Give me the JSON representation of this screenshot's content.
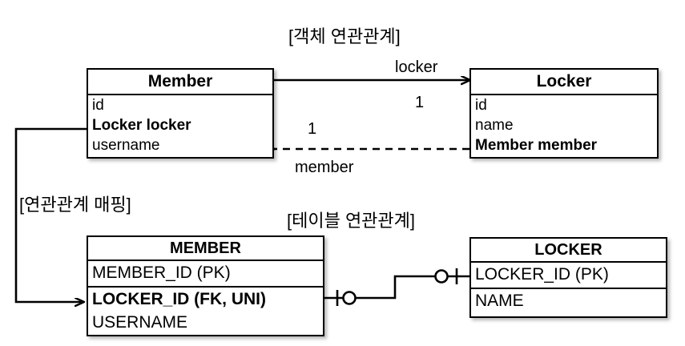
{
  "diagram": {
    "sections": {
      "object_association": "[객체 연관관계]",
      "association_mapping": "[연관관계 매핑]",
      "table_association": "[테이블 연관관계]"
    },
    "object_model": {
      "member": {
        "title": "Member",
        "fields": [
          {
            "name": "id",
            "bold": false
          },
          {
            "name": "Locker locker",
            "bold": true
          },
          {
            "name": "username",
            "bold": false
          }
        ]
      },
      "locker": {
        "title": "Locker",
        "fields": [
          {
            "name": "id",
            "bold": false
          },
          {
            "name": "name",
            "bold": false
          },
          {
            "name": "Member member",
            "bold": true
          }
        ]
      },
      "edges": [
        {
          "label": "locker",
          "multiplicity": "1",
          "style": "solid",
          "direction": "member-to-locker"
        },
        {
          "label": "member",
          "multiplicity": "1",
          "style": "dashed",
          "direction": "locker-to-member"
        }
      ]
    },
    "table_model": {
      "member_table": {
        "title": "MEMBER",
        "columns": [
          {
            "name": "MEMBER_ID (PK)",
            "bold": false
          },
          {
            "name": "LOCKER_ID (FK, UNI)",
            "bold": true
          },
          {
            "name": "USERNAME",
            "bold": false
          }
        ]
      },
      "locker_table": {
        "title": "LOCKER",
        "columns": [
          {
            "name": "LOCKER_ID (PK)",
            "bold": false
          },
          {
            "name": "NAME",
            "bold": false
          }
        ]
      },
      "relationship": {
        "notation": "crows-foot-one-to-zero-or-one",
        "from": "MEMBER.LOCKER_ID (FK, UNI)",
        "to": "LOCKER.LOCKER_ID (PK)"
      }
    },
    "mapping_edge": {
      "from": "Member.Locker locker",
      "to": "MEMBER.LOCKER_ID (FK, UNI)",
      "style": "solid-arrow"
    },
    "colors": {
      "stroke": "#000000",
      "background": "#ffffff",
      "text": "#000000"
    }
  }
}
